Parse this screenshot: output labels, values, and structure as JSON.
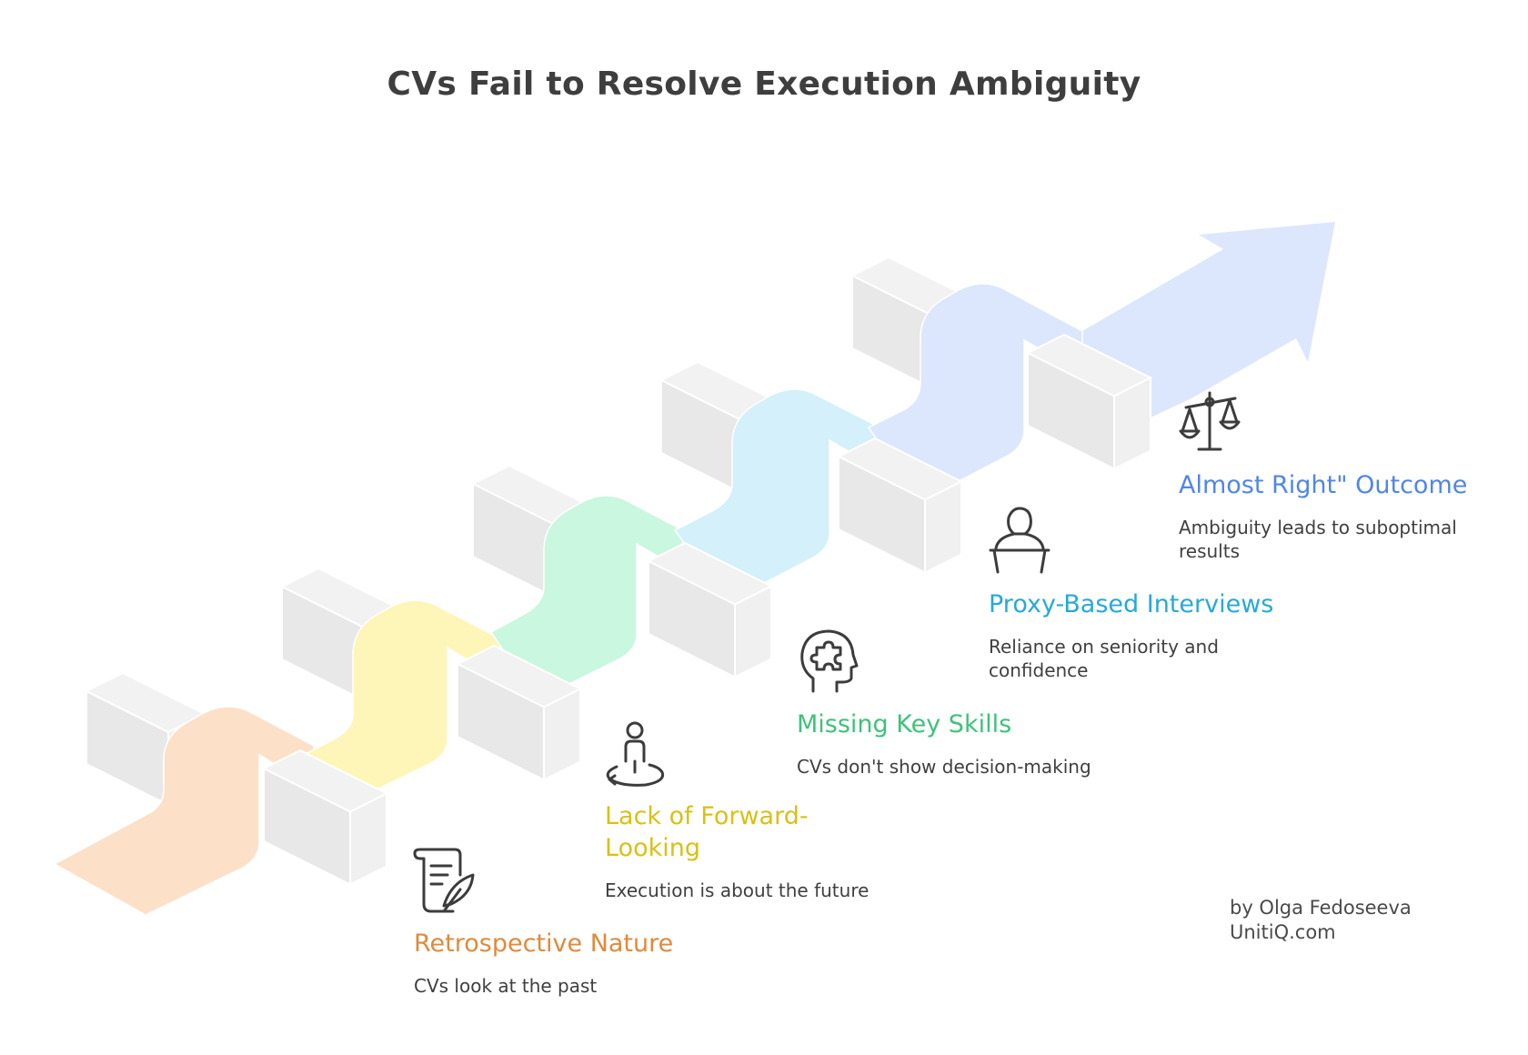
{
  "title": "CVs Fail to Resolve Execution Ambiguity",
  "steps": [
    {
      "heading": "Retrospective Nature",
      "description": "CVs look at the past",
      "color": "#e08a3c",
      "ribbon_color": "#fde0c8",
      "icon": "scroll-quill-icon"
    },
    {
      "heading": "Lack of Forward-Looking",
      "description": "Execution is about the future",
      "color": "#d9c016",
      "ribbon_color": "#fef6b8",
      "icon": "person-rotate-icon"
    },
    {
      "heading": "Missing Key Skills",
      "description": "CVs don't show decision-making",
      "color": "#3ec27a",
      "ribbon_color": "#c9f7e0",
      "icon": "head-puzzle-icon"
    },
    {
      "heading": "Proxy-Based Interviews",
      "description": "Reliance on seniority and confidence",
      "color": "#27a9d8",
      "ribbon_color": "#d3f0fb",
      "icon": "person-podium-icon"
    },
    {
      "heading": "Almost Right\" Outcome",
      "description": "Ambiguity leads to suboptimal results",
      "color": "#4f86ea",
      "ribbon_color": "#dce7fd",
      "icon": "balance-scale-icon"
    }
  ],
  "credit": {
    "line1": "by Olga Fedoseeva",
    "line2": "UnitiQ.com"
  }
}
